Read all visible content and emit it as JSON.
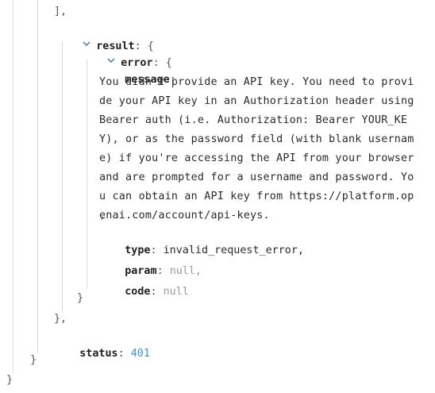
{
  "tree": {
    "array_close": "],",
    "result": {
      "key": "result",
      "colon": ":",
      "open_brace": "{",
      "close_brace": "},",
      "error": {
        "key": "error",
        "colon": ":",
        "open_brace": "{",
        "close_brace": "}",
        "message": {
          "key": "message",
          "colon": ":",
          "lines": [
            "You didn't provide an API key. You need to provi",
            "de your API key in an Authorization header using",
            "Bearer auth (i.e. Authorization: Bearer YOUR_KE",
            "Y), or as the password field (with blank usernam",
            "e) if you're accessing the API from your browser",
            "and are prompted for a username and password. Yo",
            "u can obtain an API key from https://platform.op",
            "enai.com/account/api-keys."
          ],
          "trailing_comma": ","
        },
        "type": {
          "key": "type",
          "colon": ":",
          "value": "invalid_request_error,"
        },
        "param": {
          "key": "param",
          "colon": ":",
          "value": "null,"
        },
        "code": {
          "key": "code",
          "colon": ":",
          "value": "null"
        }
      }
    },
    "status": {
      "key": "status",
      "colon": ":",
      "value": "401"
    },
    "inner_close": "}",
    "outer_close": "}"
  },
  "colors": {
    "guide": "#dcdcdc",
    "number": "#3b8fd6",
    "null": "#9a9a9a",
    "chevron": "#3b6fb0"
  },
  "icons": {
    "collapse": "chevron-down-icon"
  }
}
